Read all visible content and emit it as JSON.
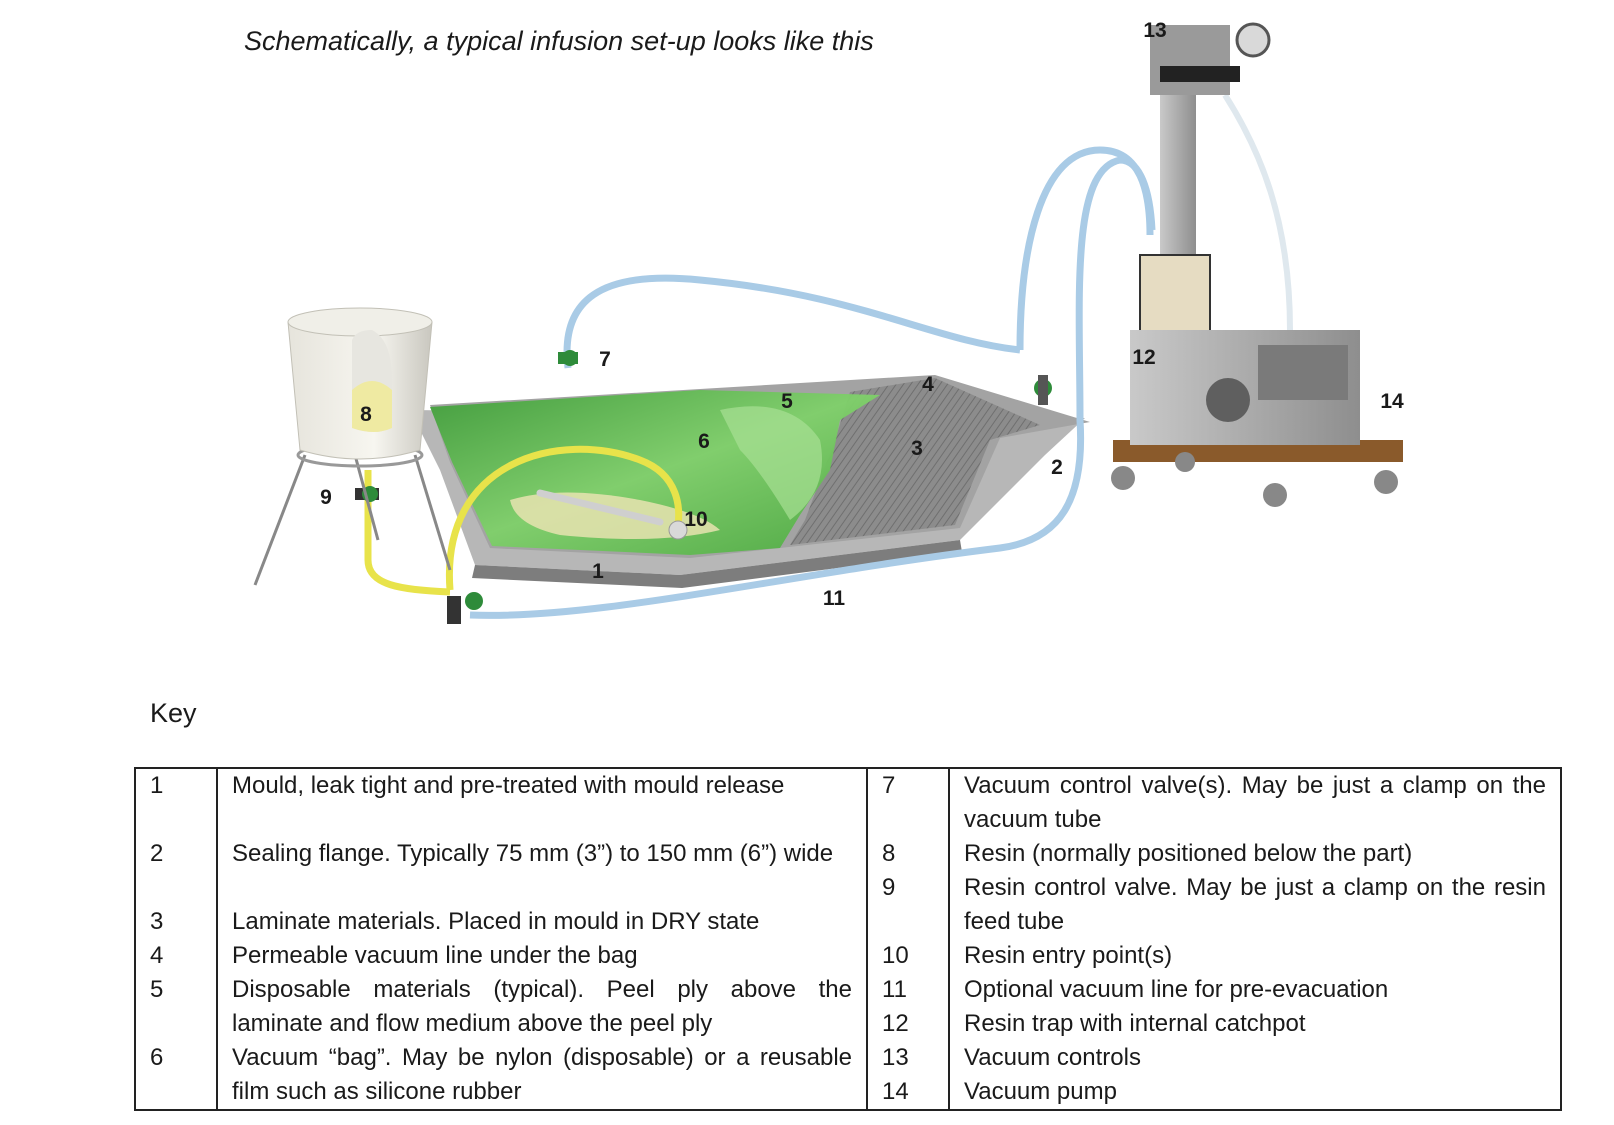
{
  "title": "Schematically, a typical infusion set-up looks like this",
  "callouts": [
    "1",
    "2",
    "3",
    "4",
    "5",
    "6",
    "7",
    "8",
    "9",
    "10",
    "11",
    "12",
    "13",
    "14"
  ],
  "key": {
    "heading": "Key",
    "left": [
      {
        "num": "1",
        "text": "Mould, leak tight and pre-treated with mould release"
      },
      {
        "num": "2",
        "text": "Sealing flange.  Typically 75 mm (3”) to 150 mm (6”) wide"
      },
      {
        "num": "3",
        "text": "Laminate materials.  Placed in mould in DRY state"
      },
      {
        "num": "4",
        "text": "Permeable vacuum line under the bag"
      },
      {
        "num": "5",
        "text": "Disposable materials (typical).  Peel ply above the laminate and flow medium above the peel ply"
      },
      {
        "num": "6",
        "text": "Vacuum “bag”.  May be nylon (disposable) or a reusable film such as silicone rubber"
      }
    ],
    "right": [
      {
        "num": "7",
        "text": "Vacuum control valve(s).  May be just a clamp on the vacuum tube"
      },
      {
        "num": "8",
        "text": "Resin (normally positioned below the part)"
      },
      {
        "num": "9",
        "text": "Resin control valve.  May be just a clamp on the resin feed tube"
      },
      {
        "num": "10",
        "text": "Resin entry point(s)"
      },
      {
        "num": "11",
        "text": "Optional vacuum line for pre-evacuation"
      },
      {
        "num": "12",
        "text": "Resin trap with internal catchpot"
      },
      {
        "num": "13",
        "text": "Vacuum controls"
      },
      {
        "num": "14",
        "text": "Vacuum pump"
      }
    ]
  },
  "colors": {
    "bag_green": "#5cbf4a",
    "tube_blue": "#a9cbe6",
    "resin_yellow": "#e8e34a",
    "mould_grey": "#9a9a9a",
    "valve_green": "#2e8b3a"
  }
}
